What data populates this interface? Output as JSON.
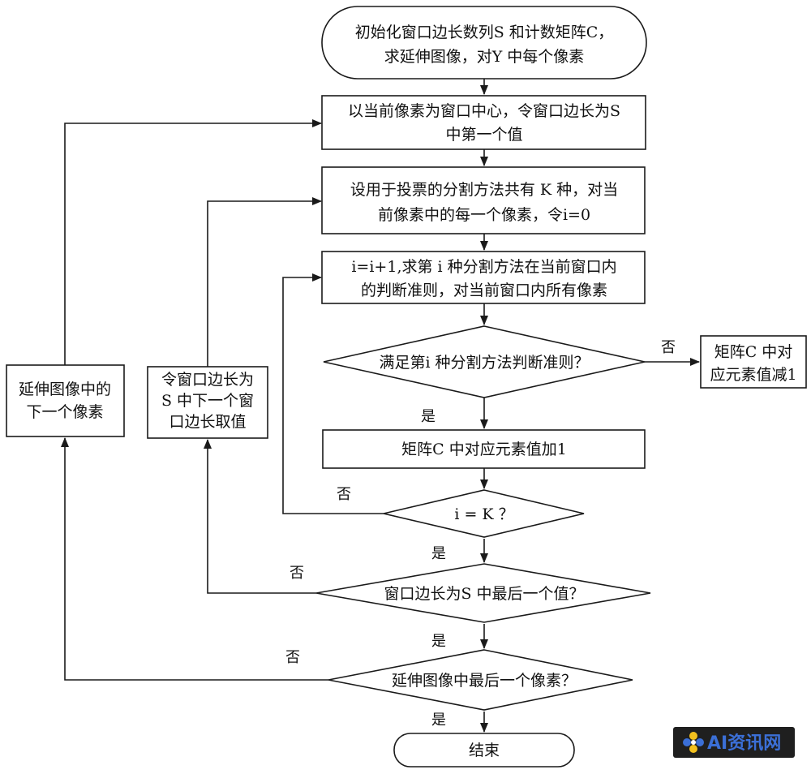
{
  "nodes": {
    "start": [
      "初始化窗口边长数列S 和计数矩阵C，",
      "求延伸图像，对Y 中每个像素"
    ],
    "set_window": [
      "以当前像素为窗口中心，令窗口边长为S",
      "中第一个值"
    ],
    "set_methods": [
      "设用于投票的分割方法共有 K 种，对当",
      "前像素中的每一个像素，令i=0"
    ],
    "compute_criterion": [
      "i=i+1,求第  i  种分割方法在当前窗口内",
      "的判断准则，对当前窗口内所有像素"
    ],
    "check_criterion": "满足第i 种分割方法判断准则？",
    "matrix_minus": [
      "矩阵C 中对",
      "应元素值减1"
    ],
    "matrix_plus": "矩阵C 中对应元素值加1",
    "check_k": "i = K ？",
    "check_last_window": "窗口边长为S 中最后一个值？",
    "check_last_pixel": "延伸图像中最后一个像素？",
    "next_window": [
      "令窗口边长为",
      "S 中下一个窗",
      "口边长取值"
    ],
    "next_pixel": [
      "延伸图像中的",
      "下一个像素"
    ],
    "end": "结束"
  },
  "edge_labels": {
    "no": "否",
    "yes": "是"
  },
  "watermark": {
    "text": "AI资讯网",
    "bg_color": "#1f1f1f",
    "text_color": "#3b6fd6",
    "icon": "cross-flower-icon"
  }
}
